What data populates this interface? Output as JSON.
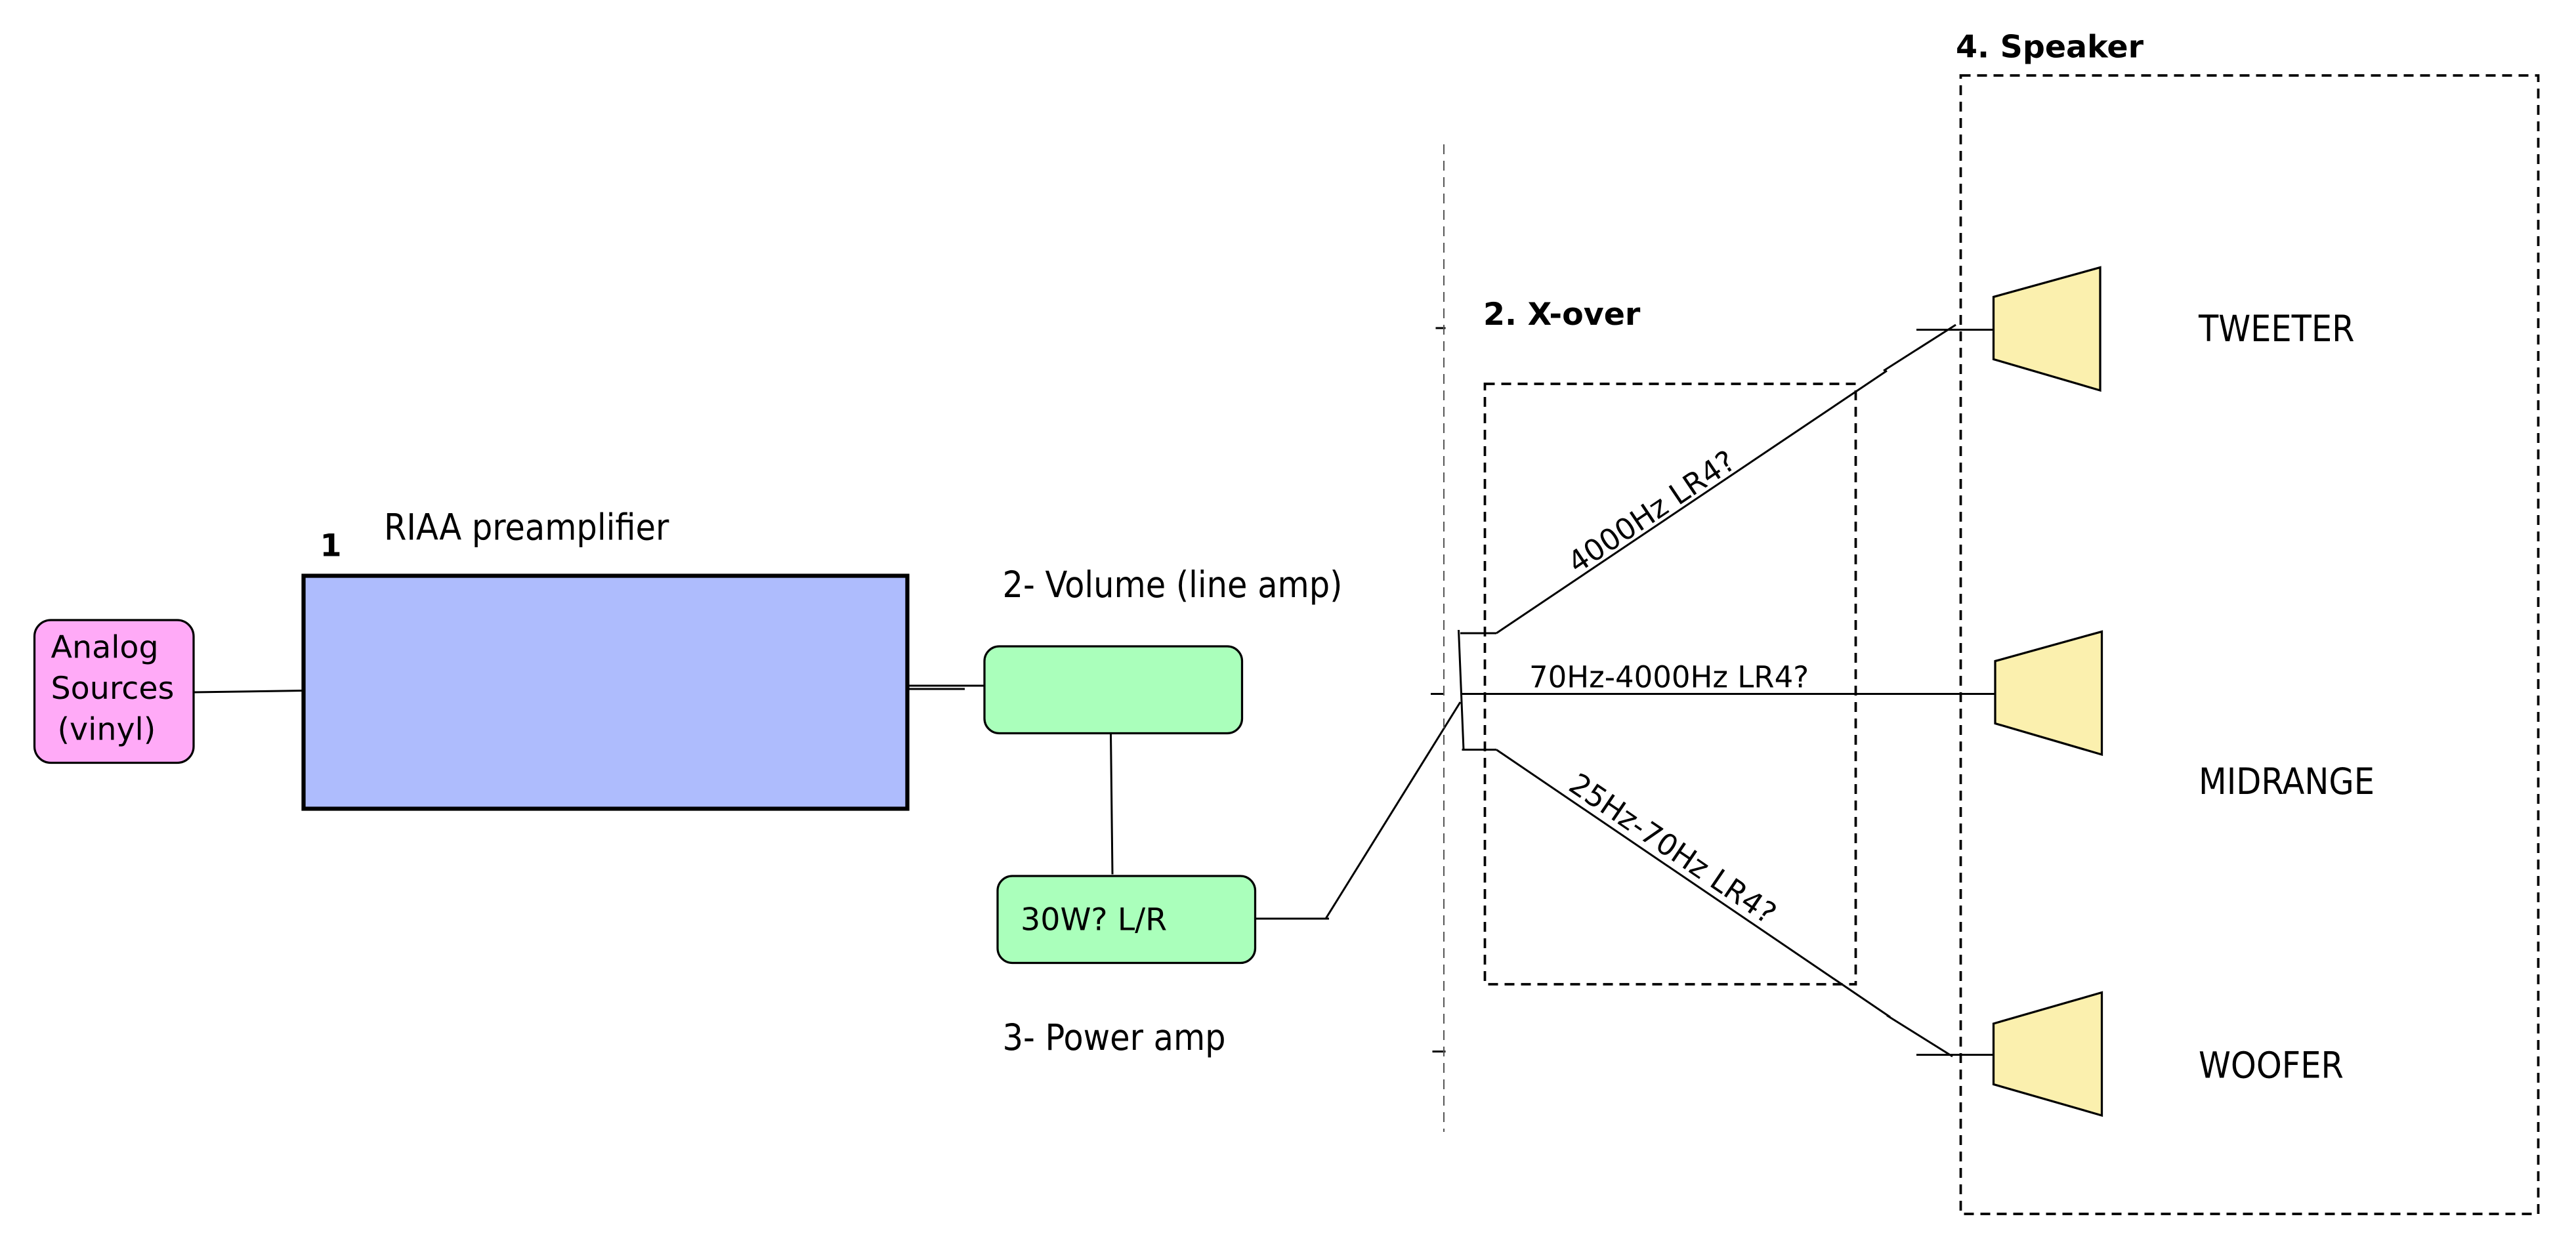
{
  "diagram": {
    "sources": {
      "label_lines": [
        "Analog",
        "Sources",
        "(vinyl)"
      ],
      "fill": "#ffaaf7"
    },
    "preamp": {
      "number": "1",
      "title": "RIAA preamplifier",
      "fill": "#aebcfd"
    },
    "volume": {
      "title": "2- Volume (line amp)",
      "fill": "#aaffbb"
    },
    "power_amp": {
      "label": "30W? L/R",
      "title": "3- Power amp",
      "fill": "#aaffbb"
    },
    "crossover": {
      "title": "2. X-over",
      "branches": [
        {
          "label": "4000Hz LR4?"
        },
        {
          "label": "70Hz-4000Hz LR4?"
        },
        {
          "label": "25Hz-70Hz LR4?"
        }
      ]
    },
    "speaker": {
      "title": "4. Speaker",
      "drivers": [
        {
          "label": "TWEETER"
        },
        {
          "label": "MIDRANGE"
        },
        {
          "label": "WOOFER"
        }
      ],
      "driver_fill": "#fbf0ae"
    }
  }
}
